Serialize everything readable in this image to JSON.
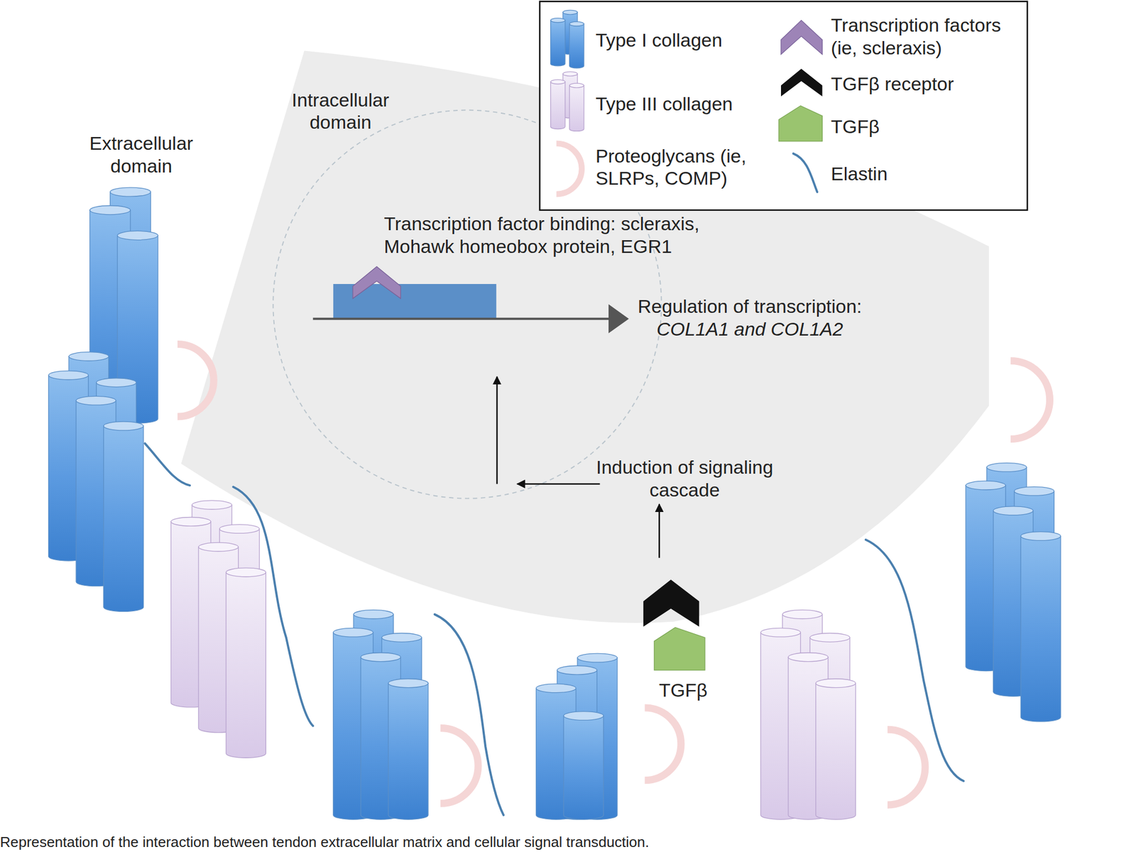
{
  "diagram": {
    "caption": "Representation of the interaction between tendon extracellular matrix and cellular signal transduction.",
    "nodes": [
      {
        "text": [
          "Intracellular domain"
        ]
      }
    ],
    "labels": [
      "Extracellular domain",
      "Transcription factor binding: scleraxis, Mohawk homeobox protein, EGR1",
      "Regulation of transcription:",
      "COL1A1 and COL1A2",
      "Induction of signaling cascade",
      "TGFβ"
    ],
    "legend": [
      {
        "text": "Type I collagen"
      },
      {
        "text": "Type III collagen"
      },
      {
        "text": "Proteoglycans (ie, SLRPs, COMP)"
      },
      {
        "text": "Transcription factors (ie, scleraxis)"
      },
      {
        "text": "TGFβ receptor"
      },
      {
        "text": "TGFβ"
      },
      {
        "text": "Elastin"
      }
    ]
  }
}
